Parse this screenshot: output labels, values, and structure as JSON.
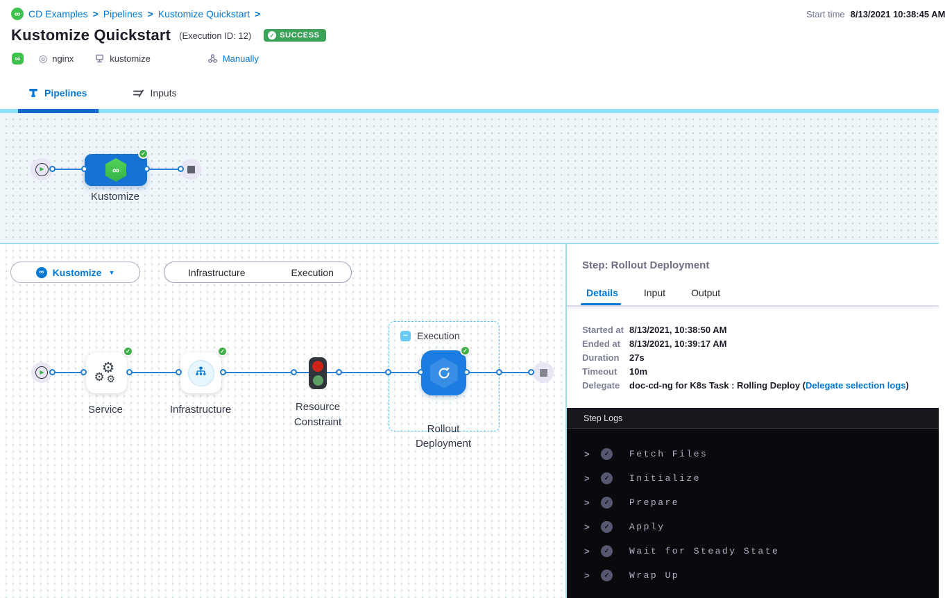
{
  "colors": {
    "accent_blue": "#0278d5",
    "node_blue": "#1673d3",
    "success_green": "#3aa357",
    "harness_green": "#3fc24d",
    "canvas_divider_cyan": "#9adcf0",
    "tabstrip_cyan": "#8ee1f8",
    "tabstrip_active_blue": "#1266cf",
    "logs_background": "#0a0a0e"
  },
  "glyphs": {
    "breadcrumb_separator": ">",
    "infinity": "∞",
    "check": "✓",
    "play": "▶",
    "stop": "■",
    "caret_down": "▼",
    "gear": "⚙",
    "minus": "−",
    "chevron_right": ">",
    "service_ring": "◎"
  },
  "breadcrumb": {
    "items": [
      "CD Examples",
      "Pipelines",
      "Kustomize Quickstart"
    ]
  },
  "header": {
    "title": "Kustomize Quickstart",
    "execution_id": "(Execution ID: 12)",
    "status_badge": "SUCCESS",
    "start_time_label": "Start time",
    "start_time_value": "8/13/2021 10:38:45 AM",
    "tags": {
      "service": "nginx",
      "environment": "kustomize",
      "trigger": "Manually"
    }
  },
  "tabs": {
    "pipelines": "Pipelines",
    "inputs": "Inputs"
  },
  "stage_graph": {
    "stage_name": "Kustomize"
  },
  "stage_toolbar": {
    "stage_selector_label": "Kustomize",
    "view_toggle": [
      "Infrastructure",
      "Execution"
    ]
  },
  "execution_graph": {
    "group_label": "Execution",
    "nodes": {
      "service": "Service",
      "infrastructure": "Infrastructure",
      "resource_constraint": [
        "Resource",
        "Constraint"
      ],
      "rollout": [
        "Rollout",
        "Deployment"
      ]
    }
  },
  "step_panel": {
    "title": "Step: Rollout Deployment",
    "tabs": [
      "Details",
      "Input",
      "Output"
    ],
    "details": [
      {
        "label": "Started at",
        "value": "8/13/2021, 10:38:50 AM"
      },
      {
        "label": "Ended at",
        "value": "8/13/2021, 10:39:17 AM"
      },
      {
        "label": "Duration",
        "value": "27s"
      },
      {
        "label": "Timeout",
        "value": "10m"
      },
      {
        "label": "Delegate",
        "value": "doc-cd-ng for K8s Task : Rolling Deploy (",
        "link": "Delegate selection logs",
        "suffix": ")"
      }
    ]
  },
  "step_logs": {
    "title": "Step Logs",
    "entries": [
      "Fetch Files",
      "Initialize",
      "Prepare",
      "Apply",
      "Wait for Steady State",
      "Wrap Up"
    ]
  }
}
